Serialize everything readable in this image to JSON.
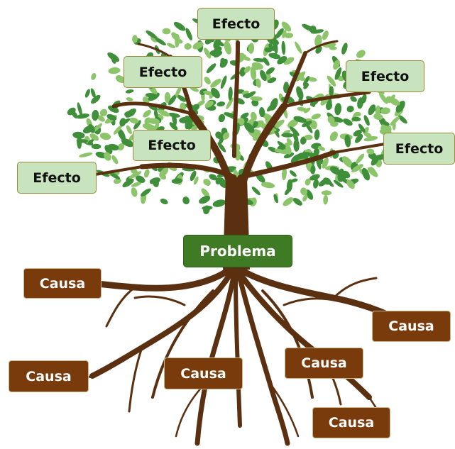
{
  "colors": {
    "effect_box": "#c8e4bf",
    "cause_box": "#7a3b0c",
    "problem_box": "#3f7a24",
    "trunk": "#5a3010",
    "leaf_dark": "#3f8f3a",
    "leaf_light": "#8cc46a"
  },
  "problem": {
    "label": "Problema"
  },
  "effects": [
    {
      "label": "Efecto"
    },
    {
      "label": "Efecto"
    },
    {
      "label": "Efecto"
    },
    {
      "label": "Efecto"
    },
    {
      "label": "Efecto"
    },
    {
      "label": "Efecto"
    }
  ],
  "causes": [
    {
      "label": "Causa"
    },
    {
      "label": "Causa"
    },
    {
      "label": "Causa"
    },
    {
      "label": "Causa"
    },
    {
      "label": "Causa"
    },
    {
      "label": "Causa"
    }
  ]
}
